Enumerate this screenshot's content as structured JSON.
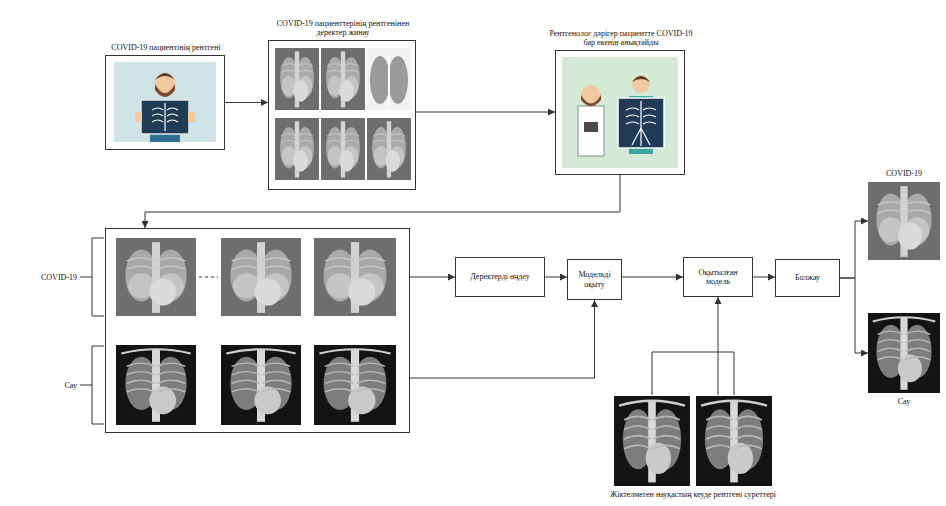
{
  "diagram": {
    "nodes": [
      {
        "text": [
          "COVID-19 пациентінің рентгені"
        ]
      },
      {
        "text": [
          "COVID-19 пациенттерінің рентгенінен деректер жинау"
        ]
      },
      {
        "text": [
          "Рентгенолог дәрігер пациентте COVID-19 бар екенін анықтайды"
        ]
      },
      {
        "text": [
          "COVID-19",
          "Сау"
        ]
      },
      {
        "text": [
          "Деректерді өңдеу"
        ]
      },
      {
        "text": [
          "Модельді оқыту"
        ]
      },
      {
        "text": [
          "Оқытылған модель"
        ]
      },
      {
        "text": [
          "Болжау"
        ]
      },
      {
        "text": [
          "COVID-19"
        ]
      },
      {
        "text": [
          "Сау"
        ]
      },
      {
        "text": [
          "Жіктелмеген науқастың кеуде рентгені суреттері"
        ]
      }
    ],
    "edges": [
      {
        "from": 0,
        "to": 1,
        "arrow": "to"
      },
      {
        "from": 1,
        "to": 2,
        "arrow": "to"
      },
      {
        "from": 2,
        "to": 3,
        "arrow": "to"
      },
      {
        "from": 3,
        "to": 4,
        "arrow": "to"
      },
      {
        "from": 3,
        "to": 5,
        "arrow": "to"
      },
      {
        "from": 4,
        "to": 5,
        "arrow": "to"
      },
      {
        "from": 5,
        "to": 6,
        "arrow": "to"
      },
      {
        "from": 10,
        "to": 6,
        "arrow": "to"
      },
      {
        "from": 6,
        "to": 7,
        "arrow": "to"
      },
      {
        "from": 7,
        "to": 8,
        "arrow": "to"
      },
      {
        "from": 7,
        "to": 9,
        "arrow": "to"
      }
    ]
  }
}
